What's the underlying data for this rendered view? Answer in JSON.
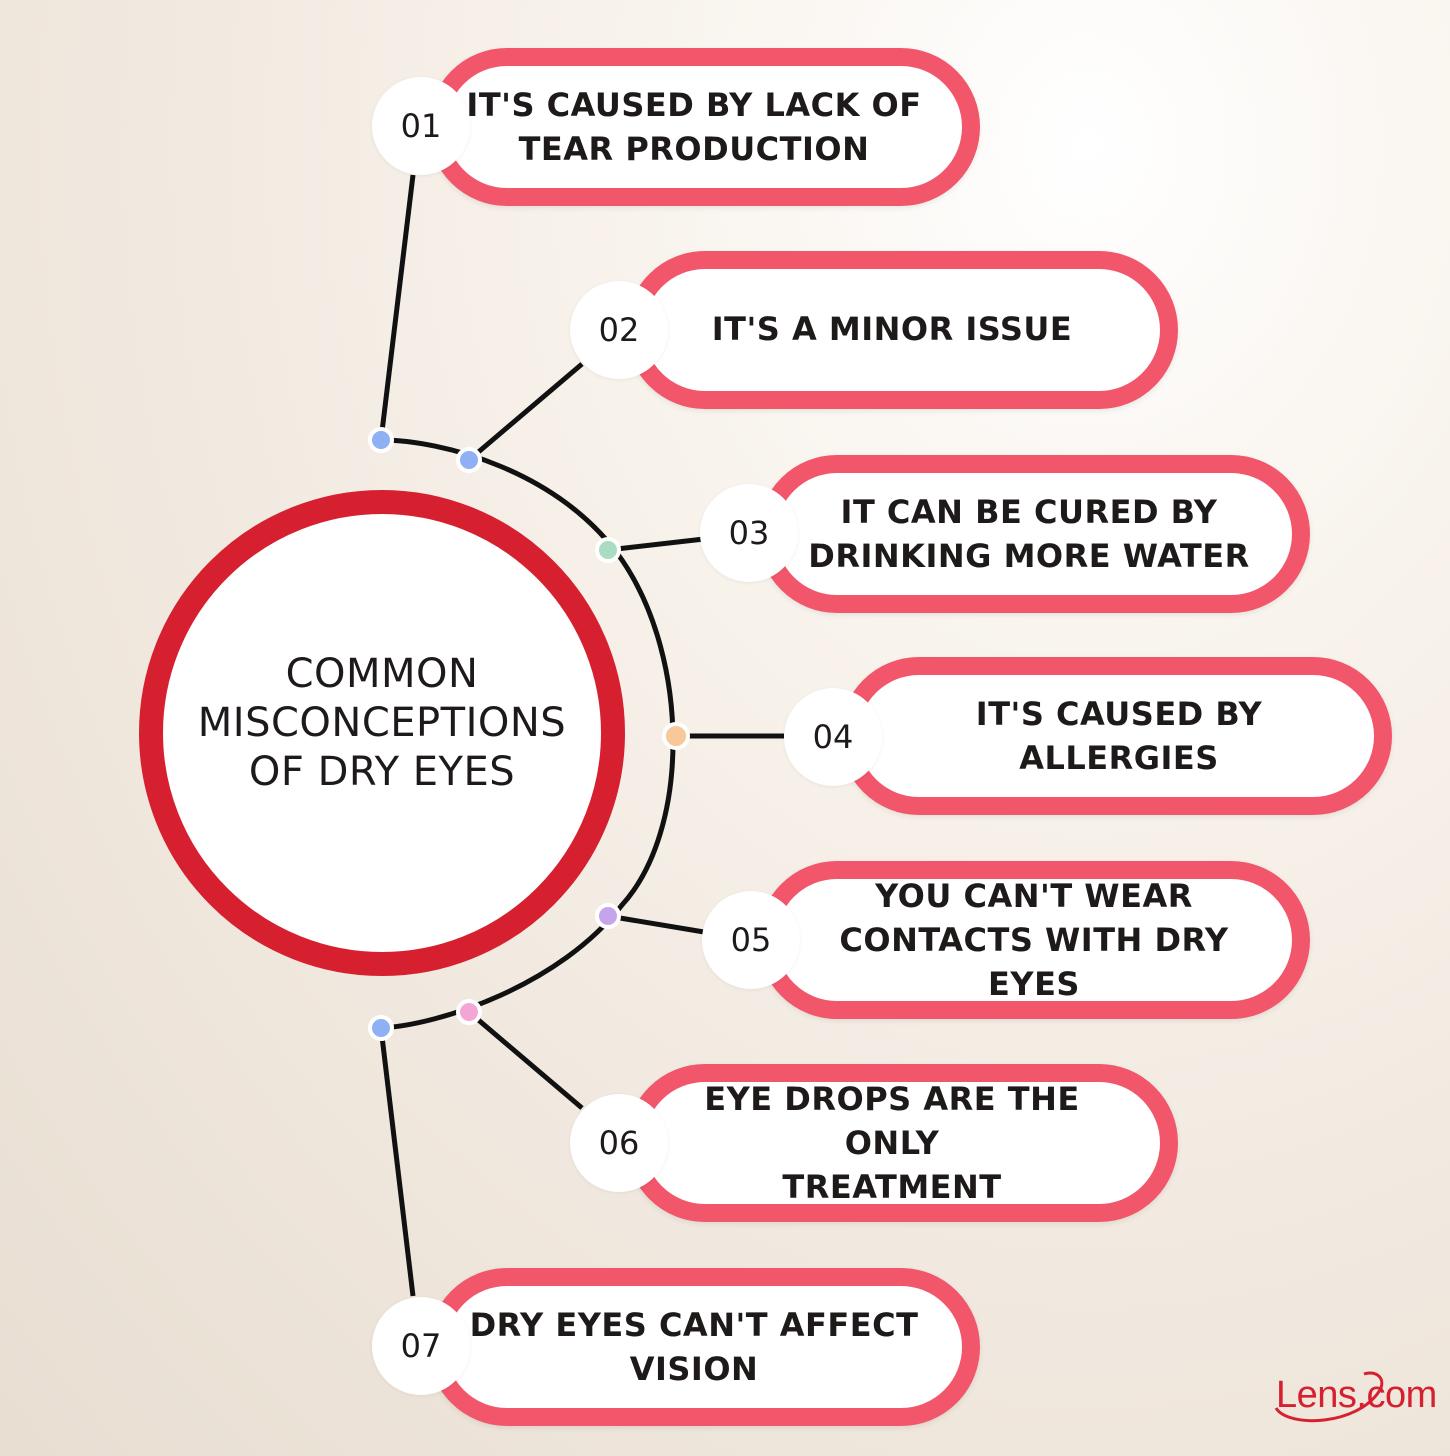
{
  "center": {
    "title": "COMMON\nMISCONCEPTIONS\nOF DRY EYES"
  },
  "items": [
    {
      "number": "01",
      "text": "IT'S CAUSED BY LACK OF\nTEAR PRODUCTION"
    },
    {
      "number": "02",
      "text": "IT'S A MINOR ISSUE"
    },
    {
      "number": "03",
      "text": "IT CAN BE CURED BY\nDRINKING MORE WATER"
    },
    {
      "number": "04",
      "text": "IT'S CAUSED BY ALLERGIES"
    },
    {
      "number": "05",
      "text": "YOU CAN'T WEAR\nCONTACTS WITH DRY EYES"
    },
    {
      "number": "06",
      "text": "EYE DROPS ARE THE ONLY\nTREATMENT"
    },
    {
      "number": "07",
      "text": "DRY EYES CAN'T AFFECT\nVISION"
    }
  ],
  "logo": {
    "text": "Lens.com"
  },
  "colors": {
    "pill_border": "#f2566a",
    "center_ring": "#d6202f",
    "connector_line": "#111111",
    "dots": [
      "#8fb0f2",
      "#8fb0f2",
      "#a9dcc0",
      "#f8c79a",
      "#c6a4ec",
      "#f3a6d6",
      "#8fb0f2"
    ]
  }
}
